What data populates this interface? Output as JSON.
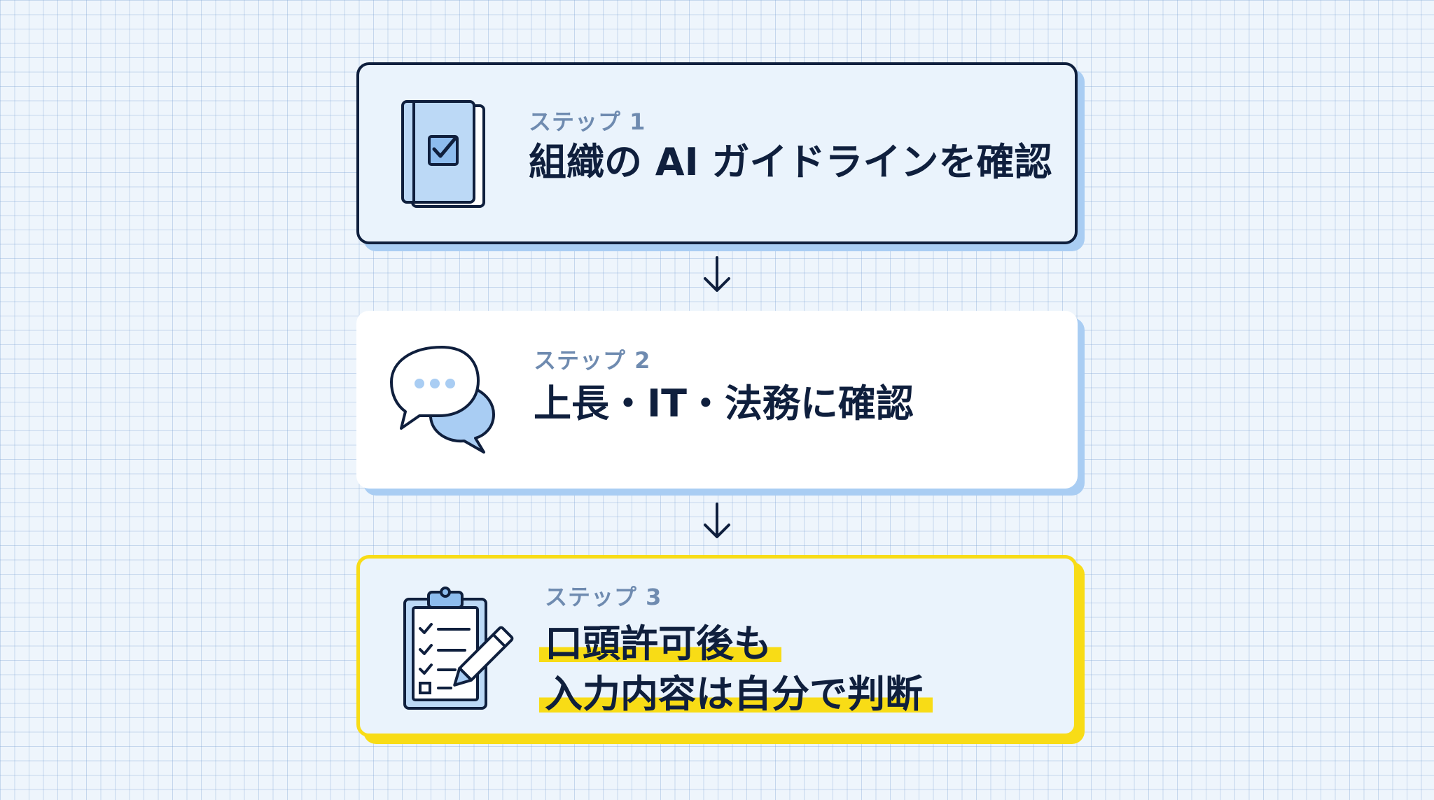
{
  "steps": [
    {
      "label": "ステップ 1",
      "title": "組織の AI ガイドラインを確認",
      "icon": "guideline-book-check-icon"
    },
    {
      "label": "ステップ 2",
      "title": "上長・IT・法務に確認",
      "icon": "chat-bubbles-icon"
    },
    {
      "label": "ステップ 3",
      "title_line1": "口頭許可後も",
      "title_line2": "入力内容は自分で判断",
      "icon": "clipboard-checklist-pencil-icon"
    }
  ],
  "colors": {
    "navy": "#0f1f3d",
    "light_blue": "#a9cdf3",
    "highlight_yellow": "#f8dc16",
    "label_gray_blue": "#6f8bb0"
  }
}
